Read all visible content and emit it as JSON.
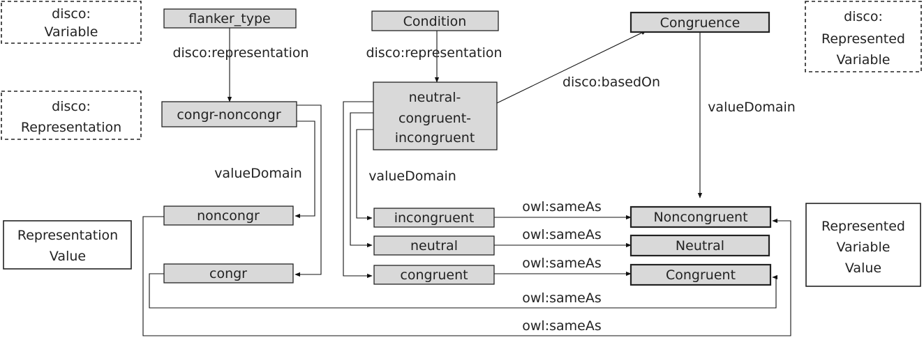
{
  "legend": {
    "variable": [
      "disco:",
      "Variable"
    ],
    "representation": [
      "disco:",
      "Representation"
    ],
    "represented_variable": [
      "disco:",
      "Represented",
      "Variable"
    ],
    "representation_value": [
      "Representation",
      "Value"
    ],
    "represented_variable_value": [
      "Represented",
      "Variable",
      "Value"
    ]
  },
  "nodes": {
    "flanker_type": "flanker_type",
    "condition": "Condition",
    "congruence": "Congruence",
    "congr_noncongr": "congr-noncongr",
    "neutral_congruent_incongruent": [
      "neutral-",
      "congruent-",
      "incongruent"
    ],
    "noncongr": "noncongr",
    "congr": "congr",
    "incongruent": "incongruent",
    "neutral": "neutral",
    "congruent": "congruent",
    "Noncongruent": "Noncongruent",
    "Neutral": "Neutral",
    "Congruent": "Congruent"
  },
  "edge_labels": {
    "flanker_representation": "disco:representation",
    "condition_representation": "disco:representation",
    "based_on": "disco:basedOn",
    "congruence_value_domain": "valueDomain",
    "congr_value_domain": "valueDomain",
    "nci_value_domain": "valueDomain",
    "same_as_incongruent": "owl:sameAs",
    "same_as_neutral": "owl:sameAs",
    "same_as_congruent": "owl:sameAs",
    "same_as_congr": "owl:sameAs",
    "same_as_noncongr": "owl:sameAs"
  }
}
